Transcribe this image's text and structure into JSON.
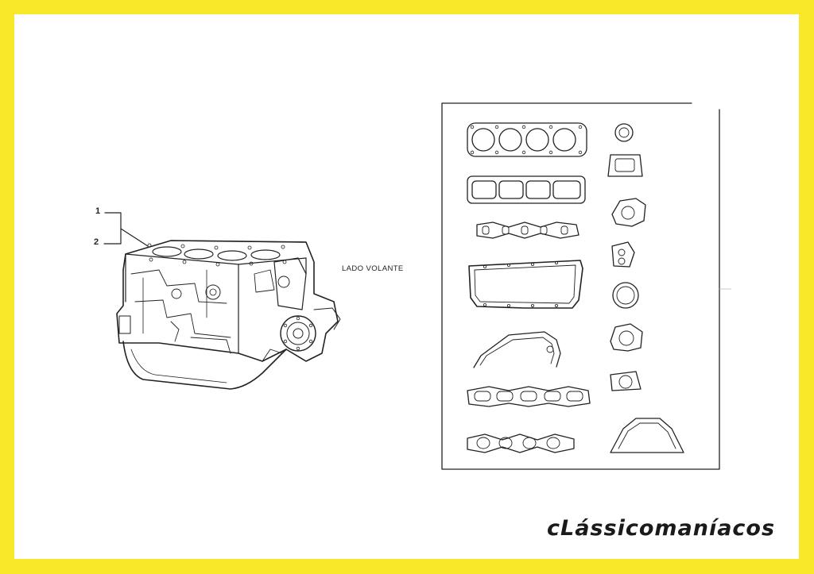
{
  "diagram": {
    "callouts": [
      "1",
      "2"
    ],
    "side_label": "LADO VOLANTE"
  },
  "brand": {
    "name": "cLássicomaníacos"
  },
  "colors": {
    "border": "#f9e72a",
    "background": "#ffffff",
    "ink": "#222222"
  }
}
